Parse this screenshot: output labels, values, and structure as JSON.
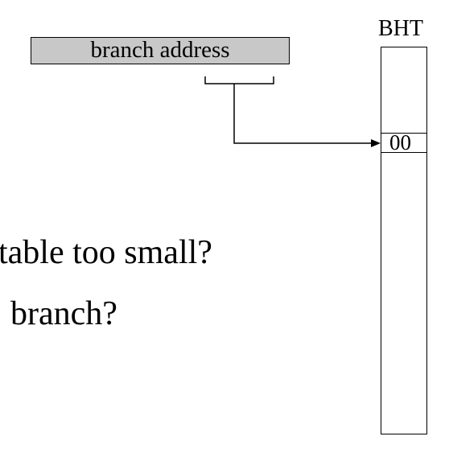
{
  "address_box": {
    "label": "branch address"
  },
  "bht": {
    "label": "BHT",
    "entry_value": "00"
  },
  "text_lines": [
    "table too small?",
    ". branch?"
  ]
}
